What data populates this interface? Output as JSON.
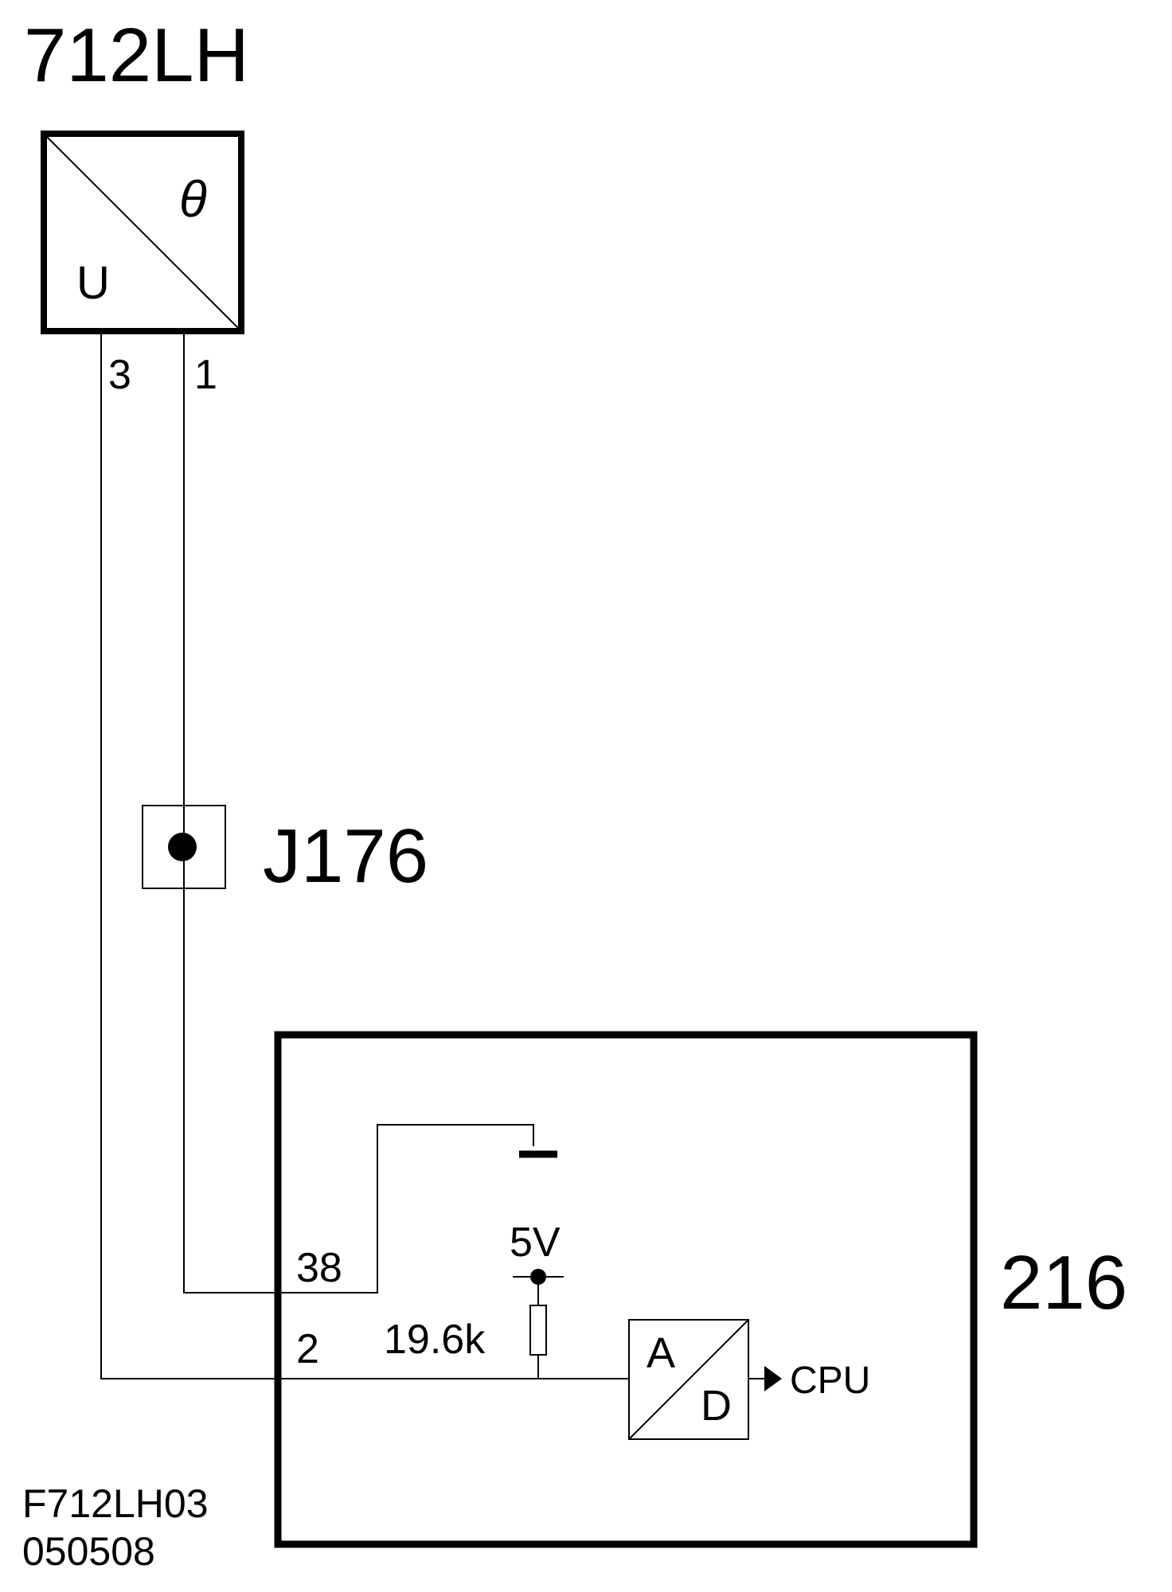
{
  "sensor": {
    "id": "712LH",
    "symbol_top": "θ",
    "symbol_bottom": "U",
    "pins": [
      "3",
      "1"
    ]
  },
  "junction": {
    "id": "J176"
  },
  "module": {
    "id": "216",
    "pins": [
      "38",
      "2"
    ],
    "supply_voltage": "5V",
    "resistor_value": "19.6k",
    "adc": {
      "top": "A",
      "bottom": "D"
    },
    "output": "CPU"
  },
  "footer": {
    "figure_code": "F712LH03",
    "date_code": "050508"
  },
  "colors": {
    "ink": "#000000",
    "background": "#ffffff"
  }
}
